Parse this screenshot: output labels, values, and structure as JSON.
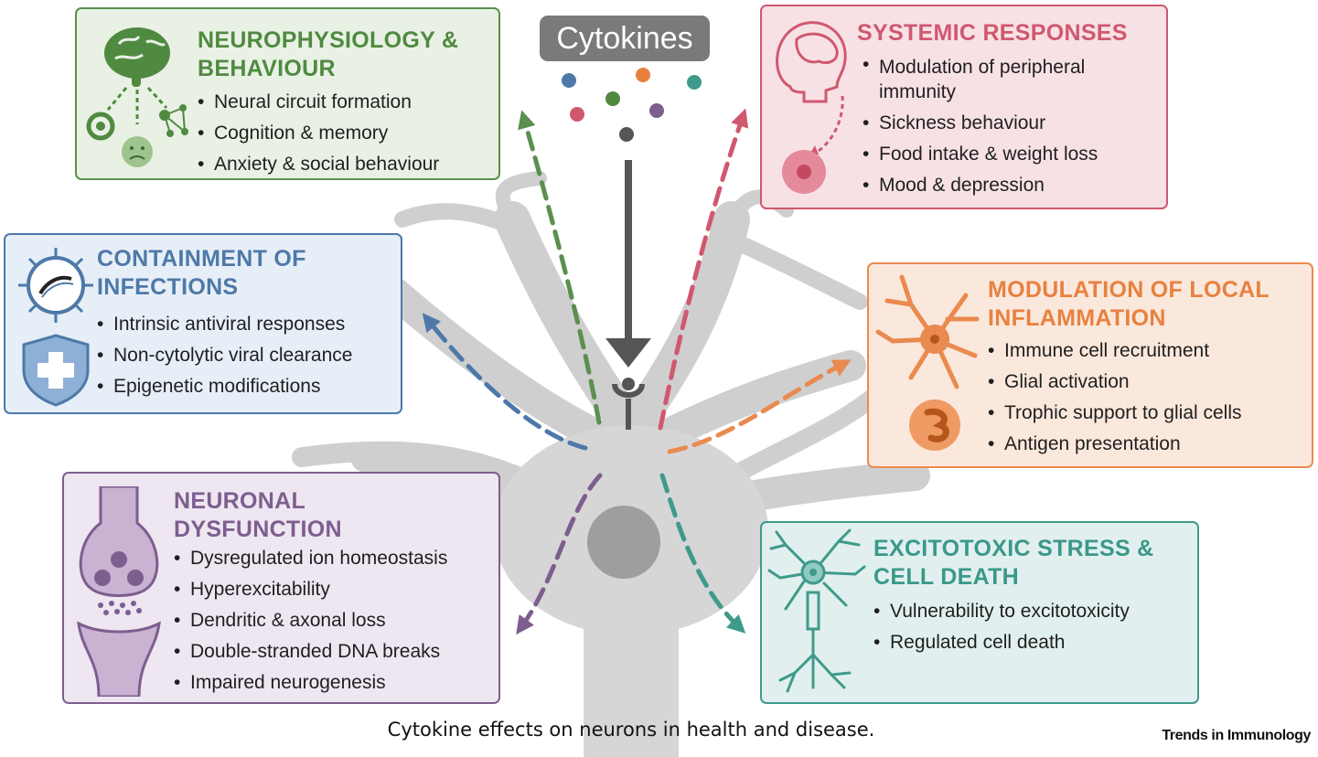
{
  "header": {
    "cytokines_label": "Cytokines"
  },
  "panels": {
    "neurophysiology": {
      "title": [
        "NEUROPHYSIOLOGY &",
        "BEHAVIOUR"
      ],
      "color": "#4f8a40",
      "items": [
        "Neural circuit formation",
        "Cognition & memory",
        "Anxiety & social behaviour"
      ]
    },
    "systemic": {
      "title": [
        "SYSTEMIC RESPONSES"
      ],
      "color": "#d0586e",
      "items": [
        "Modulation of peripheral immunity",
        "Sickness behaviour",
        "Food intake & weight loss",
        "Mood & depression"
      ]
    },
    "containment": {
      "title": [
        "CONTAINMENT OF",
        "INFECTIONS"
      ],
      "color": "#4d79a8",
      "items": [
        "Intrinsic antiviral responses",
        "Non-cytolytic viral clearance",
        "Epigenetic modifications"
      ]
    },
    "local_inflammation": {
      "title": [
        "MODULATION OF LOCAL",
        "INFLAMMATION"
      ],
      "color": "#e8813f",
      "items": [
        "Immune cell recruitment",
        "Glial activation",
        "Trophic support to glial cells",
        "Antigen presentation"
      ]
    },
    "dysfunction": {
      "title": [
        "NEURONAL",
        "DYSFUNCTION"
      ],
      "color": "#7d5e8f",
      "items": [
        "Dysregulated ion homeostasis",
        "Hyperexcitability",
        "Dendritic & axonal loss",
        "Double-stranded DNA breaks",
        "Impaired neurogenesis"
      ]
    },
    "excitotoxic": {
      "title": [
        "EXCITOTOXIC STRESS &",
        "CELL DEATH"
      ],
      "color": "#3a988a",
      "items": [
        "Vulnerability to excitotoxicity",
        "Regulated cell death"
      ]
    }
  },
  "cytokine_dot_colors": [
    "#4d79a8",
    "#e8813f",
    "#3f9a8c",
    "#4f8a40",
    "#d0586e",
    "#7d5e8f",
    "#555555"
  ],
  "caption": "Cytokine effects on neurons in health and disease.",
  "journal": "Trends in Immunology"
}
